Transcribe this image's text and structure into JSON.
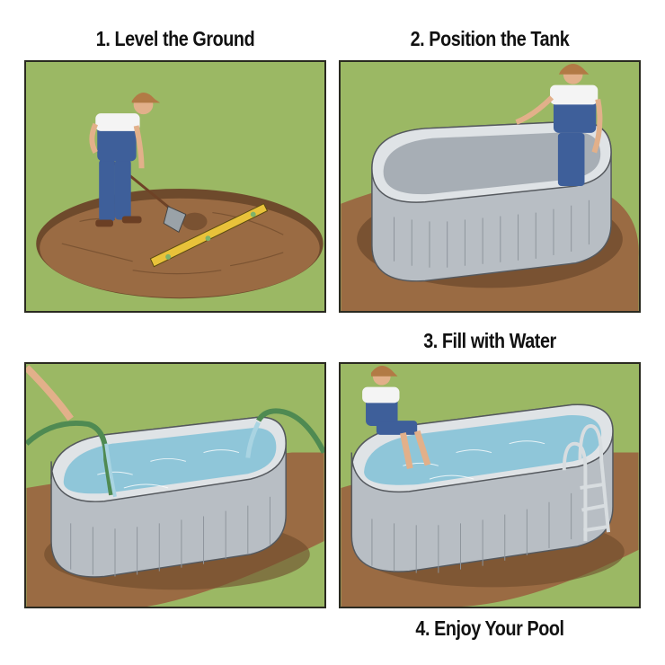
{
  "steps": [
    {
      "number": 1,
      "title": "1. Level the Ground",
      "scene": "worker leveling circular dirt patch with shovel and yellow level"
    },
    {
      "number": 2,
      "title": "2. Position the Tank",
      "scene": "worker placing oval galvanized stock tank on leveled dirt"
    },
    {
      "number": 3,
      "title": "3. Fill with Water",
      "scene": "two garden hoses filling galvanized stock tank with water"
    },
    {
      "number": 4,
      "title": "4. Enjoy Your Pool",
      "scene": "person sitting on edge of filled stock tank pool with ladder"
    }
  ],
  "colors": {
    "grass": "#9bb864",
    "dirt": "#9a6b43",
    "dirt_dark": "#6e4a2c",
    "metal": "#c7ccd1",
    "metal_dark": "#8e959c",
    "water": "#8fc6d9",
    "overalls": "#3e5f9a",
    "cap": "#b27a45",
    "level": "#e8c23a",
    "hose": "#4f8a52"
  }
}
